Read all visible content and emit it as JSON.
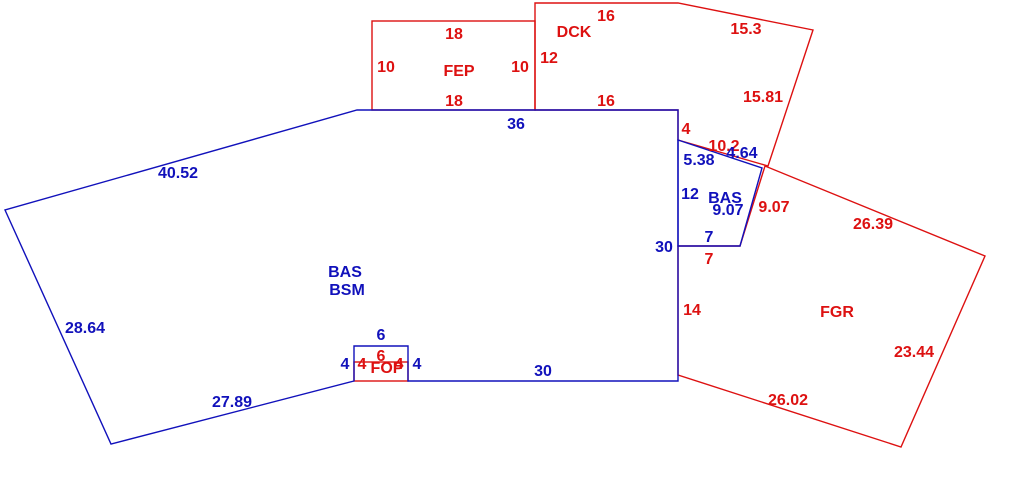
{
  "colors": {
    "red": "#dd1111",
    "blue": "#1111bb",
    "background": "#ffffff"
  },
  "areas": {
    "bas_bsm": {
      "code1": "BAS",
      "code2": "BSM"
    },
    "fep": {
      "code": "FEP"
    },
    "dck": {
      "code": "DCK"
    },
    "bas_small": {
      "code": "BAS"
    },
    "fgr": {
      "code": "FGR"
    },
    "fop": {
      "code": "FOP"
    }
  },
  "dimensions": {
    "bas_bsm": {
      "top": "36",
      "top_left_diag": "40.52",
      "left_diag": "28.64",
      "bottom_left_diag": "27.89",
      "bottom": "30",
      "right": "30",
      "notch_left": "4",
      "notch_top": "6",
      "notch_right": "4"
    },
    "fep": {
      "top": "18",
      "bottom": "18",
      "left": "10",
      "right": "10"
    },
    "dck": {
      "left": "12",
      "top": "16",
      "top_right": "15.3",
      "right": "15.81",
      "bottom_right": "10.2",
      "bottom": "16",
      "step": "4"
    },
    "bas_small": {
      "top": "5.38",
      "right_top": "4.64",
      "left": "12",
      "right": "9.07",
      "bottom": "7"
    },
    "fgr": {
      "left": "14",
      "top": "7",
      "right_top": "9.07",
      "top_right": "26.39",
      "right": "23.44",
      "bottom": "26.02"
    },
    "fop": {
      "left": "4",
      "top": "6",
      "right": "4"
    }
  }
}
